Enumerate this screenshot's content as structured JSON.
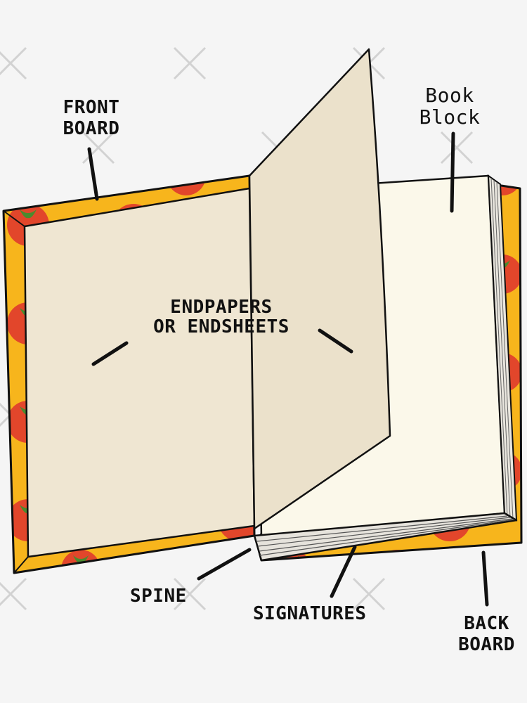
{
  "colors": {
    "background": "#f5f5f5",
    "board": "#f7b51c",
    "tomato": "#e2462b",
    "endpaper": "#efe6d2",
    "block_page": "#fbf8ea",
    "outline": "#111111"
  },
  "labels": {
    "front_board": [
      "FRONT",
      "BOARD"
    ],
    "book_block": [
      "Book",
      "Block"
    ],
    "endpapers": [
      "ENDPAPERS",
      "OR ENDSHEETS"
    ],
    "spine": "SPINE",
    "signatures": "SIGNATURES",
    "back_board": [
      "BACK",
      "BOARD"
    ]
  }
}
